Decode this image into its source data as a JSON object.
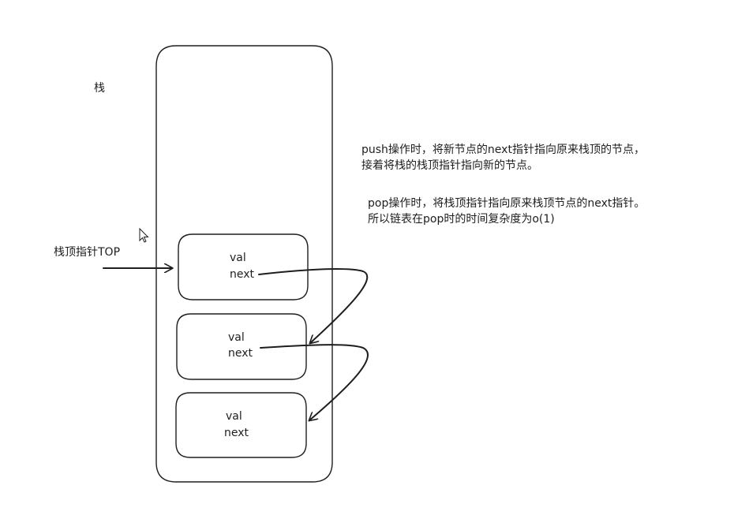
{
  "diagram": {
    "stack_label": "栈",
    "top_pointer_label": "栈顶指针TOP",
    "push_description": [
      "push操作时，将新节点的next指针指向原来栈顶的节点，",
      "接着将栈的栈顶指针指向新的节点。"
    ],
    "pop_description": [
      "pop操作时，将栈顶指针指向原来栈顶节点的next指针。",
      "所以链表在pop时的时间复杂度为o(1)"
    ],
    "nodes": [
      {
        "val_label": "val",
        "next_label": "next"
      },
      {
        "val_label": "val",
        "next_label": "next"
      },
      {
        "val_label": "val",
        "next_label": "next"
      }
    ],
    "stroke_color": "#1e1e1e"
  }
}
